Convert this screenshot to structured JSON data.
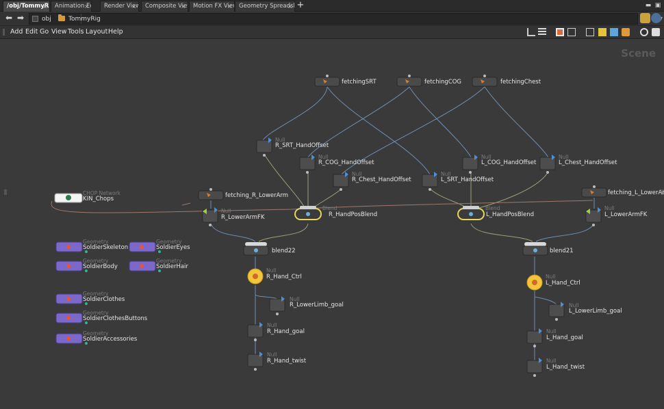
{
  "tabs": [
    {
      "label": "/obj/TommyRig",
      "active": true
    },
    {
      "label": "Animation Editor"
    },
    {
      "label": "Render View"
    },
    {
      "label": "Composite View"
    },
    {
      "label": "Motion FX View"
    },
    {
      "label": "Geometry Spreadsheet"
    }
  ],
  "path": {
    "root": "obj",
    "current": "TommyRig"
  },
  "menu": [
    "Add",
    "Edit",
    "Go",
    "View",
    "Tools",
    "Layout",
    "Help"
  ],
  "pane_label": "Scene",
  "nodes": {
    "fetchingSRT": {
      "name": "fetchingSRT"
    },
    "fetchingCOG": {
      "name": "fetchingCOG"
    },
    "fetchingChest": {
      "name": "fetchingChest"
    },
    "R_SRT_HandOffset": {
      "type": "Null",
      "name": "R_SRT_HandOffset"
    },
    "R_COG_HandOffset": {
      "type": "Null",
      "name": "R_COG_HandOffset"
    },
    "R_Chest_HandOffset": {
      "type": "Null",
      "name": "R_Chest_HandOffset"
    },
    "L_COG_HandOffset": {
      "type": "Null",
      "name": "L_COG_HandOffset"
    },
    "L_Chest_HandOffset": {
      "type": "Null",
      "name": "L_Chest_HandOffset"
    },
    "L_SRT_HandOffset": {
      "type": "Null",
      "name": "L_SRT_HandOffset"
    },
    "KIN_Chops": {
      "type": "CHOP Network",
      "name": "KIN_Chops"
    },
    "fetching_R_LowerArm": {
      "name": "fetching_R_LowerArm"
    },
    "fetching_L_LowerArm": {
      "name": "fetching_L_LowerArm"
    },
    "R_LowerArmFK": {
      "type": "Null",
      "name": "R_LowerArmFK"
    },
    "L_LowerArmFK": {
      "type": "Null",
      "name": "L_LowerArmFK"
    },
    "R_HandPosBlend": {
      "type": "Blend",
      "name": "R_HandPosBlend"
    },
    "L_HandPosBlend": {
      "type": "Blend",
      "name": "L_HandPosBlend"
    },
    "blend22": {
      "name": "blend22"
    },
    "blend21": {
      "name": "blend21"
    },
    "R_Hand_Ctrl": {
      "type": "Null",
      "name": "R_Hand_Ctrl"
    },
    "L_Hand_Ctrl": {
      "type": "Null",
      "name": "L_Hand_Ctrl"
    },
    "R_LowerLimb_goal": {
      "type": "Null",
      "name": "R_LowerLimb_goal"
    },
    "L_LowerLimb_goal": {
      "type": "Null",
      "name": "L_LowerLimb_goal"
    },
    "R_Hand_goal": {
      "type": "Null",
      "name": "R_Hand_goal"
    },
    "L_Hand_goal": {
      "type": "Null",
      "name": "L_Hand_goal"
    },
    "R_Hand_twist": {
      "type": "Null",
      "name": "R_Hand_twist"
    },
    "L_Hand_twist": {
      "type": "Null",
      "name": "L_Hand_twist"
    },
    "SoldierSkeleton": {
      "type": "Geometry",
      "name": "SoldierSkeleton"
    },
    "SoldierEyes": {
      "type": "Geometry",
      "name": "SoldierEyes"
    },
    "SoldierBody": {
      "type": "Geometry",
      "name": "SoldierBody"
    },
    "SoldierHair": {
      "type": "Geometry",
      "name": "SoldierHair"
    },
    "SoldierClothes": {
      "type": "Geometry",
      "name": "SoldierClothes"
    },
    "SoldierClothesButtons": {
      "type": "Geometry",
      "name": "SoldierClothesButtons"
    },
    "SoldierAccessories": {
      "type": "Geometry",
      "name": "SoldierAccessories"
    }
  },
  "colors": {
    "wire": "#6f8fb3",
    "wire_alt": "#9aa07a",
    "wire_chop": "#a07868",
    "geo_node": "#7c68c9",
    "selected_ring": "#e8d75a",
    "ctrl_node": "#f2c53a"
  }
}
